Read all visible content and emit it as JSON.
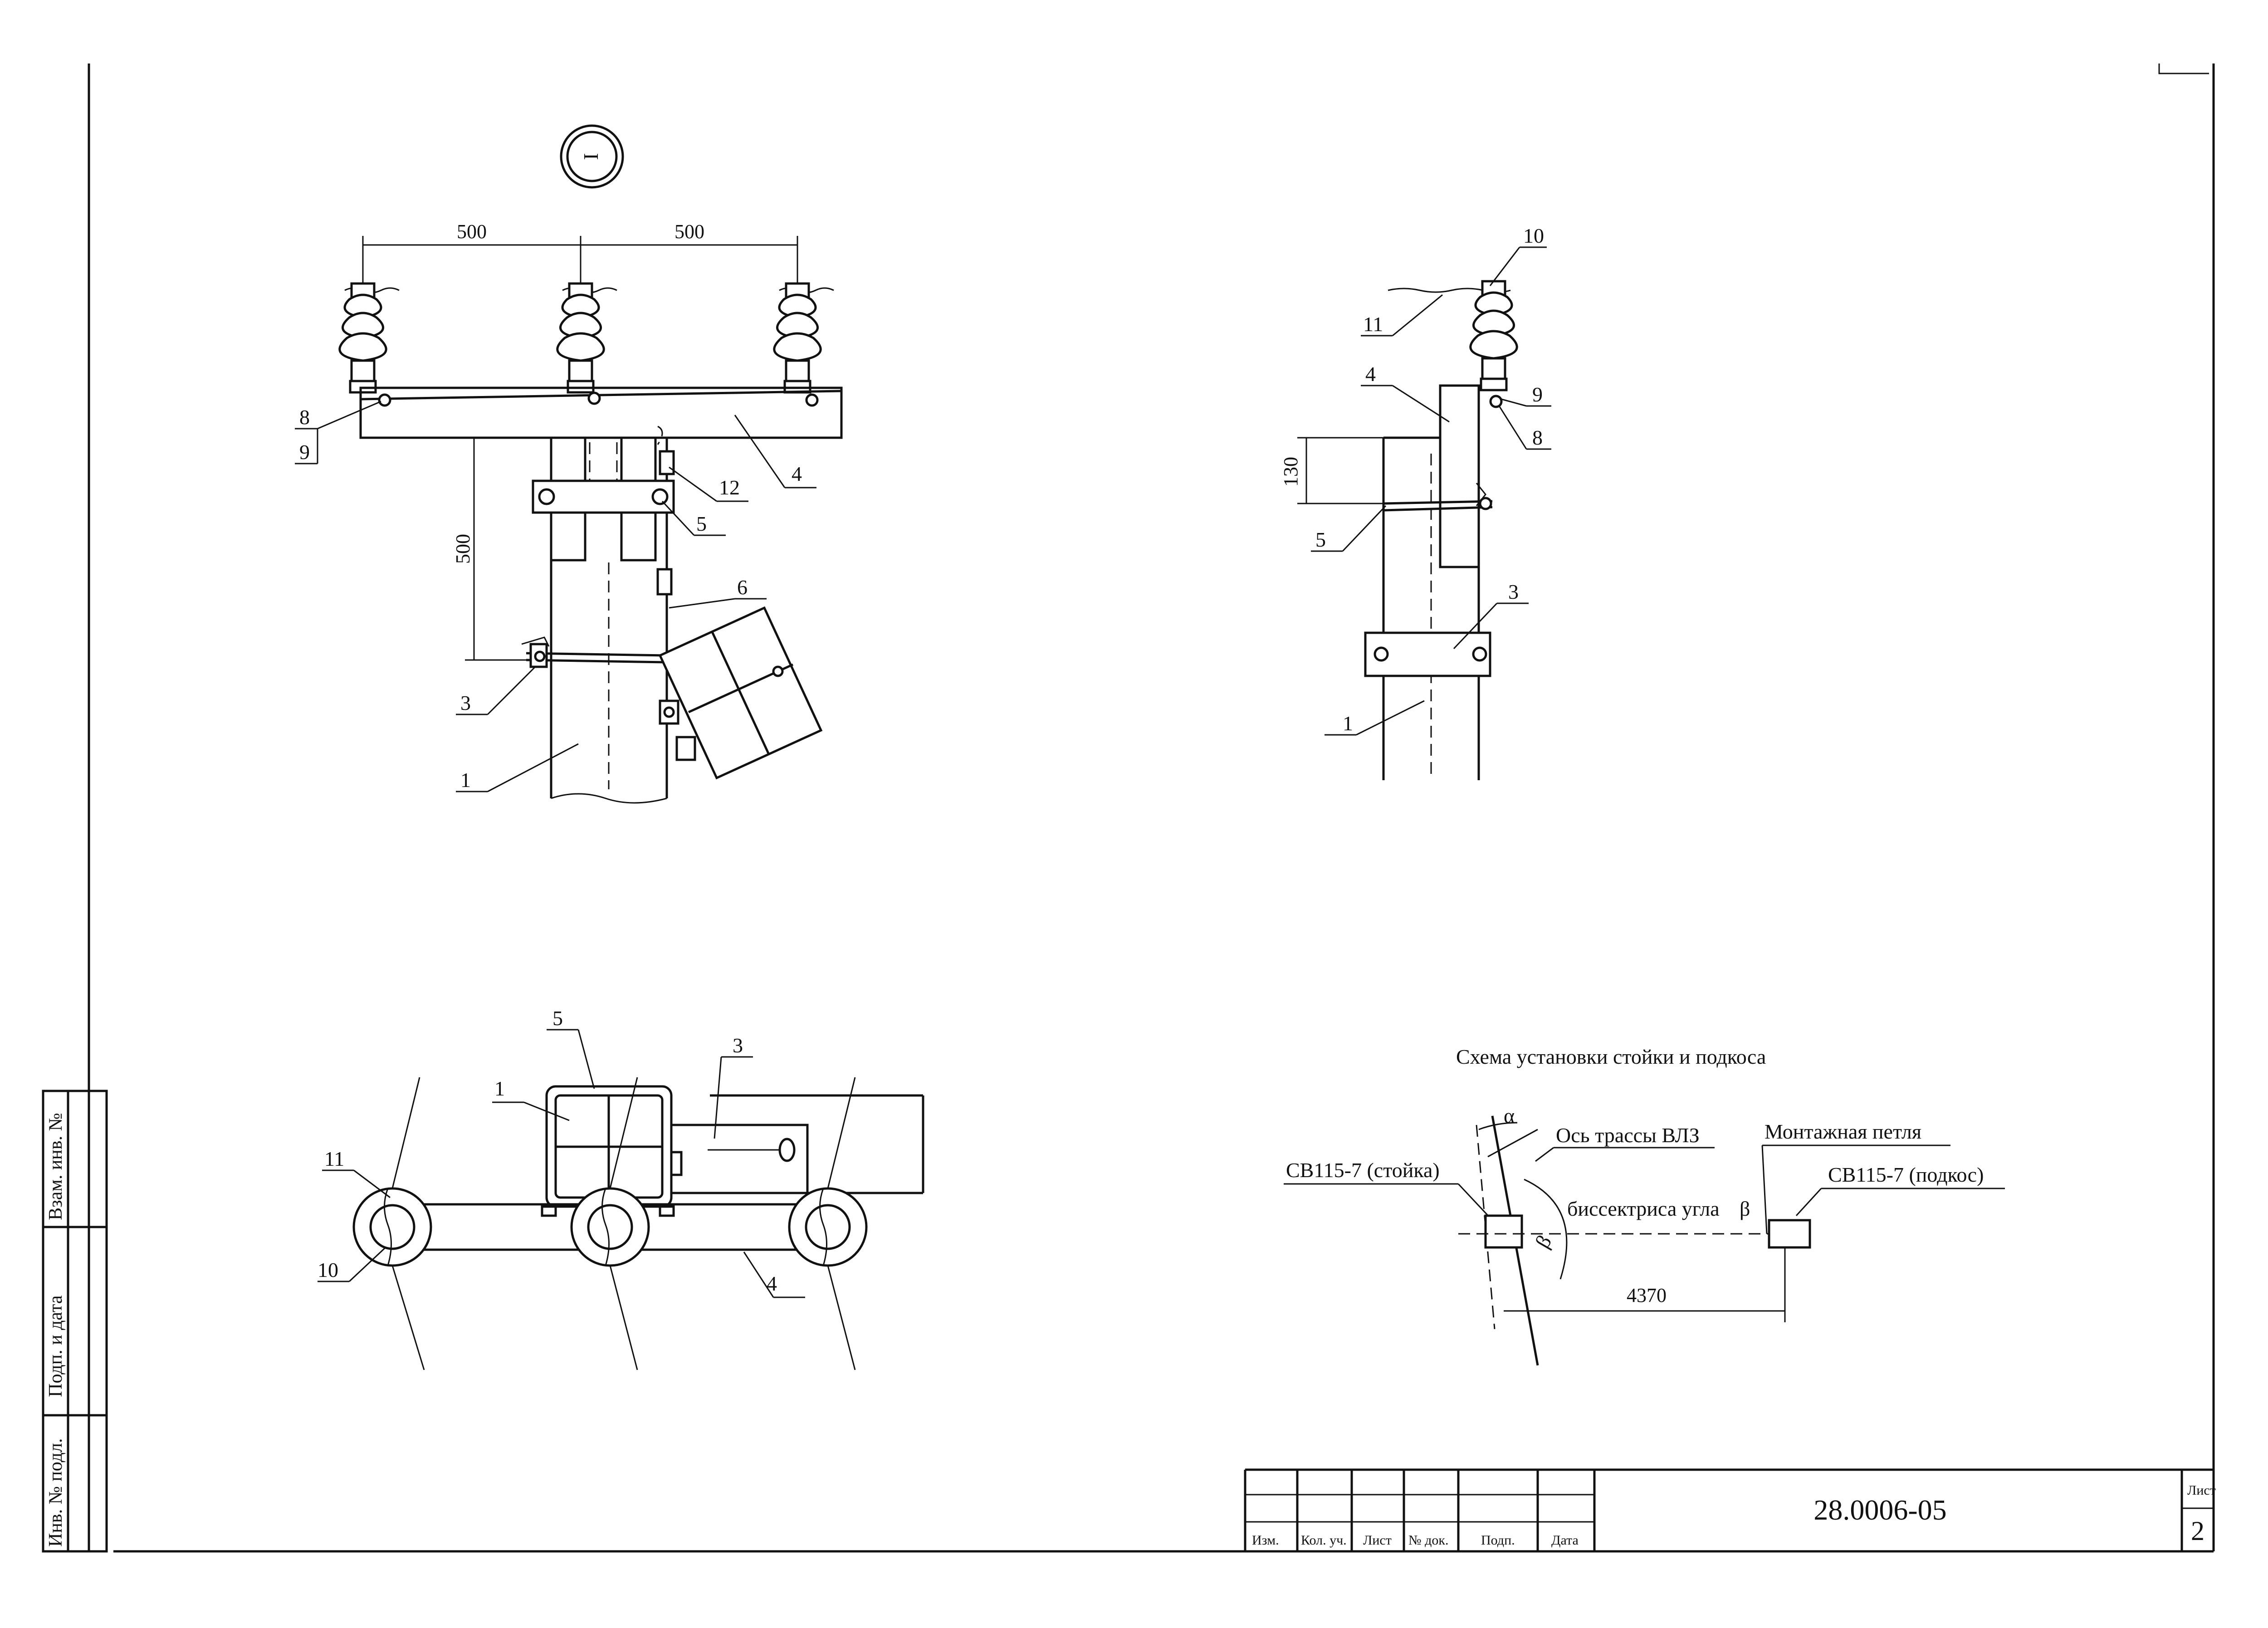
{
  "view_marker": "I",
  "front_view": {
    "dims": {
      "spacing_left": "500",
      "spacing_right": "500",
      "bracket_height": "500"
    },
    "callouts": {
      "c8": "8",
      "c9": "9",
      "c12": "12",
      "c4": "4",
      "c5": "5",
      "c6": "6",
      "c3": "3",
      "c1": "1"
    }
  },
  "side_view": {
    "dims": {
      "offset": "130"
    },
    "callouts": {
      "c10": "10",
      "c11": "11",
      "c4": "4",
      "c9": "9",
      "c8": "8",
      "c5": "5",
      "c3": "3",
      "c1": "1"
    }
  },
  "plan_view": {
    "callouts": {
      "c5": "5",
      "c3": "3",
      "c1": "1",
      "c11": "11",
      "c10": "10",
      "c4": "4"
    }
  },
  "scheme": {
    "title": "Схема установки стойки и подкоса",
    "axis_label": "Ось трассы ВЛЗ",
    "loop_label": "Монтажная петля",
    "post_label": "СВ115-7 (стойка)",
    "brace_label": "СВ115-7 (подкос)",
    "bisector_label": "биссектриса угла",
    "alpha": "α",
    "beta_right": "β",
    "beta_arc": "β",
    "distance": "4370"
  },
  "side_stamp": {
    "field1": "Взам. инв. №",
    "field2": "Подп. и дата",
    "field3": "Инв. № подл."
  },
  "title_block": {
    "headers": [
      "Изм.",
      "Кол. уч.",
      "Лист",
      "№ док.",
      "Подп.",
      "Дата"
    ],
    "document_code": "28.0006-05",
    "sheet_label": "Лист",
    "sheet_number": "2"
  }
}
